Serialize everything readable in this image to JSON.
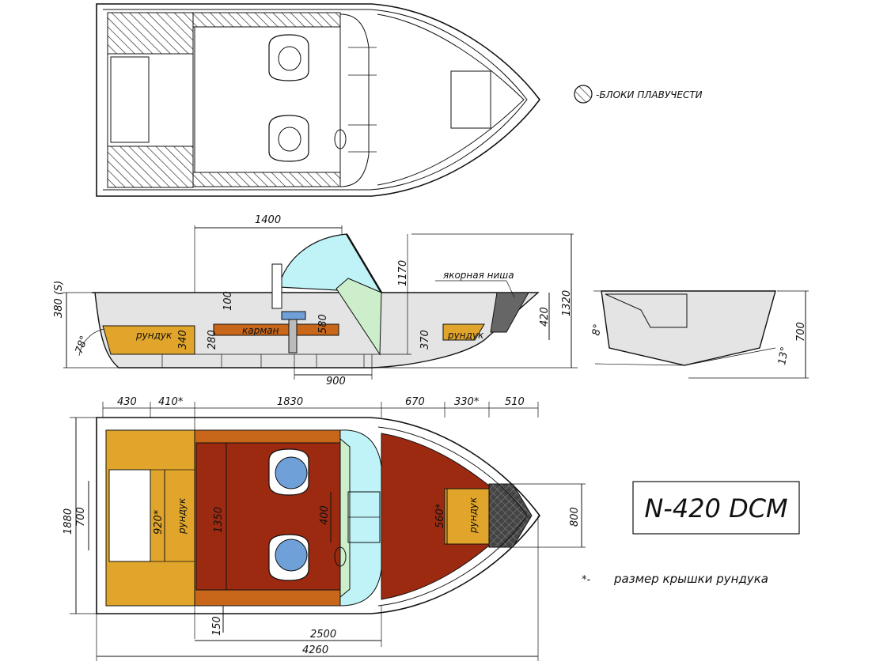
{
  "legend": {
    "buoyancy_label": "-БЛОКИ ПЛАВУЧЕСТИ",
    "lid_note_mark": "*-",
    "lid_note_text": "размер крышки рундука"
  },
  "model": {
    "name": "N-420 DCM"
  },
  "side_view": {
    "dims": {
      "d1400": "1400",
      "d1170": "1170",
      "d1320": "1320",
      "d420": "420",
      "d380s": "380 (S)",
      "d100": "100",
      "d580": "580",
      "d340": "340",
      "d280": "280",
      "d370": "370",
      "d900": "900",
      "angle78": "78°"
    },
    "labels": {
      "anchor_niche": "якорная ниша",
      "locker_aft": "рундук",
      "pocket": "карман",
      "locker_fwd": "рундук"
    }
  },
  "section_view": {
    "dims": {
      "d700": "700",
      "angle8": "8°",
      "angle13": "13°"
    }
  },
  "plan_view": {
    "top_dims": [
      "430",
      "410*",
      "1830",
      "670",
      "330*",
      "510"
    ],
    "dims": {
      "d1880": "1880",
      "d700": "700",
      "d920": "920*",
      "d1350": "1350",
      "d400": "400",
      "d560": "560*",
      "d800": "800",
      "d150": "150",
      "d2500": "2500",
      "d4260": "4260"
    },
    "labels": {
      "locker_aft": "рундук",
      "locker_fwd": "рундук"
    }
  },
  "colors": {
    "floor": "#9b2a10",
    "locker": "#e0a52a",
    "trim": "#c8661a",
    "seat": "#6fa0d8",
    "glass": "#bff3f8",
    "glass_green": "#cdeecb",
    "hull_gray": "#e3e3e3",
    "anchor_fill": "#666666"
  }
}
